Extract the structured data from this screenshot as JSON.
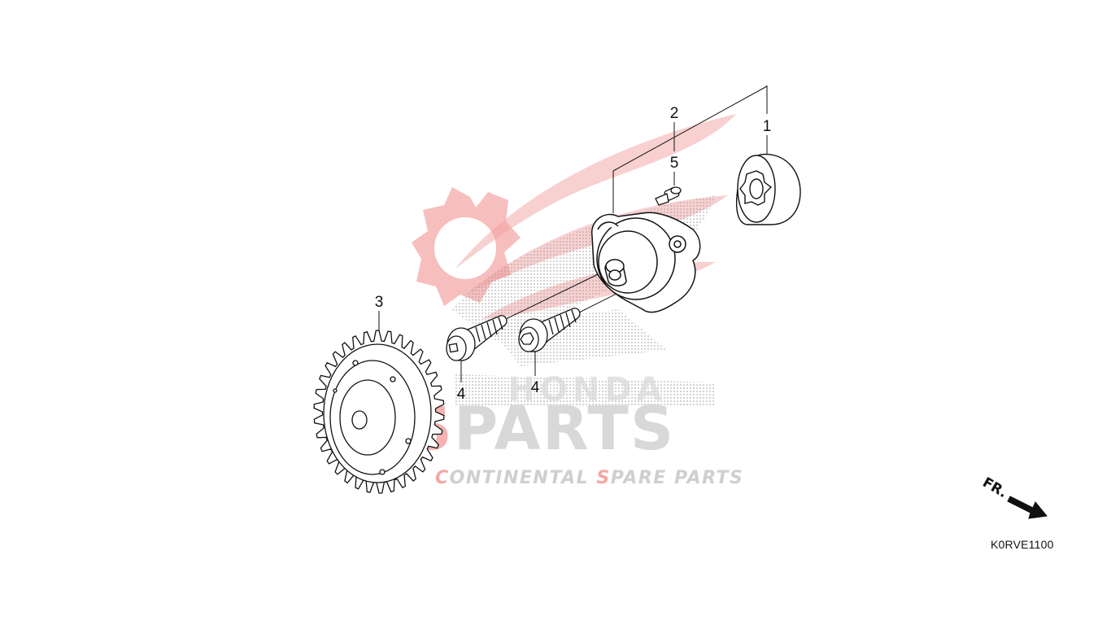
{
  "diagram": {
    "diagram_code": "K0RVE1100",
    "front_indicator": "FR.",
    "callouts": {
      "assembly": "1",
      "rotor_set": "2",
      "drive_gear": "3",
      "flange_bolt_a": "4",
      "flange_bolt_b": "4",
      "pin": "5"
    }
  },
  "watermark": {
    "brand": "HONDA",
    "main": "PARTS",
    "main_accent": "CS",
    "tagline_accent_c": "C",
    "tagline_1": "ONTINENTAL ",
    "tagline_accent_s": "S",
    "tagline_2": "PARE PARTS",
    "accent_color": "#e8312f",
    "gray_color": "#cfcfcf"
  }
}
